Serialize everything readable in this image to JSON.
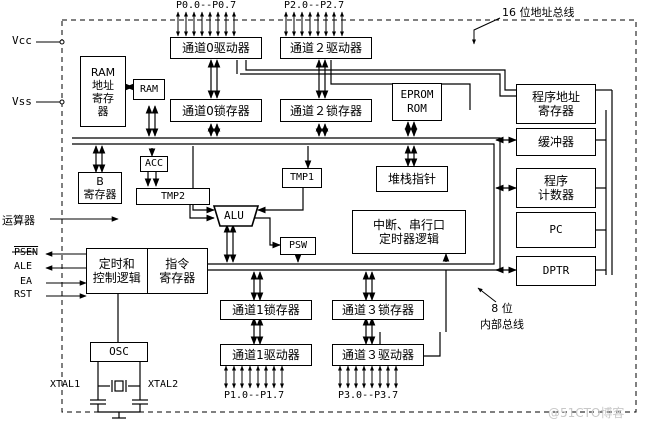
{
  "annotations": {
    "bus16": "16 位地址总线",
    "bus8": "8 位\n内部总线",
    "alu_unit": "运算器",
    "watermark": "@51CTO博客"
  },
  "power_pins": {
    "vcc": "Vcc",
    "vss": "Vss"
  },
  "ports_top": {
    "p0": "P0.0--P0.7",
    "p2": "P2.0--P2.7"
  },
  "ports_bottom": {
    "p1": "P1.0--P1.7",
    "p3": "P3.0--P3.7"
  },
  "blocks": {
    "p0_driver": "通道0驱动器",
    "p2_driver": "通道２驱动器",
    "p0_latch": "通道0锁存器",
    "p2_latch": "通道２锁存器",
    "ram_addr": "RAM\n地址\n寄存\n器",
    "ram": "RAM",
    "eprom": "EPROM\nROM",
    "pc_addr": "程序地址\n寄存器",
    "buffer": "缓冲器",
    "prog_counter": "程序\n计数器",
    "pc": "PC",
    "dptr": "DPTR",
    "acc": "ACC",
    "b_reg": "B\n寄存器",
    "tmp2": "TMP2",
    "tmp1": "TMP1",
    "stack": "堆栈指针",
    "alu": "ALU",
    "psw": "PSW",
    "interrupt": "中断、串行口\n定时器逻辑",
    "timing": "定时和\n控制逻辑",
    "instr": "指令\n寄存器",
    "p1_latch": "通道1锁存器",
    "p3_latch": "通道３锁存器",
    "p1_driver": "通道1驱动器",
    "p3_driver": "通道３驱动器",
    "osc": "OSC"
  },
  "control_pins": {
    "psen": "PSEN",
    "ale": "ALE",
    "ea": "EA",
    "rst": "RST"
  },
  "clock_pins": {
    "xtal1": "XTAL1",
    "xtal2": "XTAL2"
  }
}
